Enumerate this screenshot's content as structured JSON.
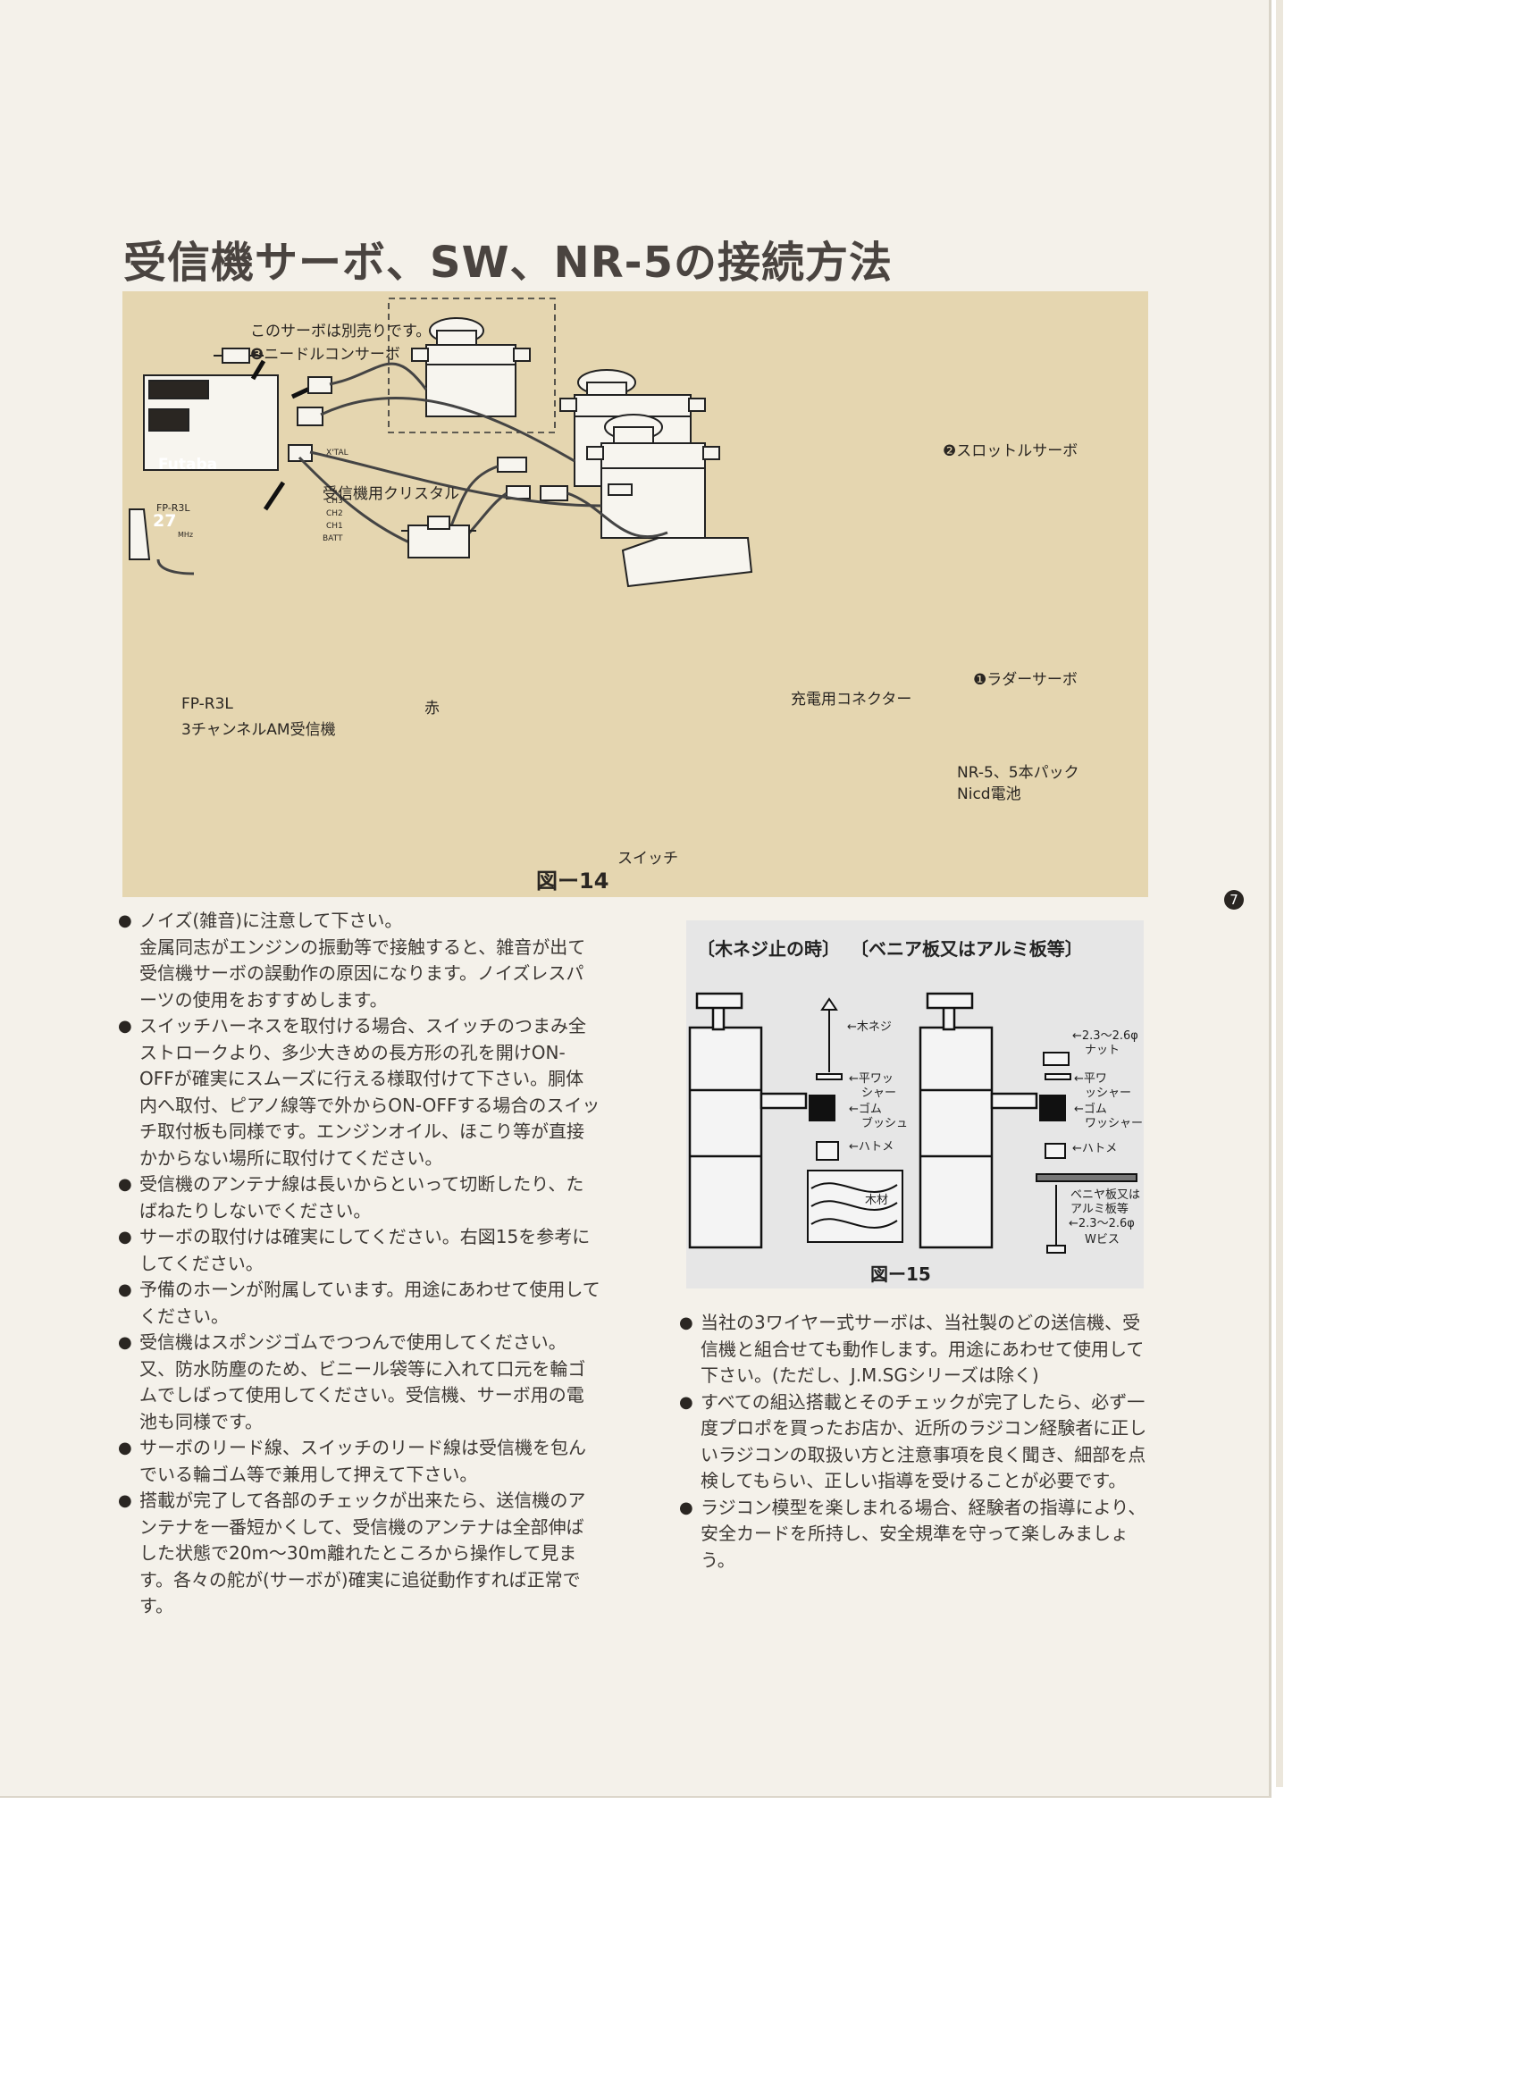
{
  "page": {
    "title": "受信機サーボ、SW、NR-5の接続方法",
    "page_number": "7"
  },
  "figure14": {
    "caption": "図ー14",
    "note_separate": "このサーボは別売りです。",
    "servo3": "❸ニードルコンサーボ",
    "servo2": "❷スロットルサーボ",
    "servo1": "❶ラダーサーボ",
    "crystal": "受信機用クリスタル",
    "charge_connector": "充電用コネクター",
    "battery_line1": "NR-5、5本パック",
    "battery_line2": "Nicd電池",
    "switch": "スイッチ",
    "red": "赤",
    "receiver_model": "FP-R3L",
    "receiver_desc": "3チャンネルAM受信機",
    "brand": "Futaba",
    "receiver_plate": "FP-R3L",
    "band": "27",
    "band_unit": "MHz",
    "ports": [
      "X'TAL",
      "CH3",
      "CH2",
      "CH1",
      "BATT"
    ]
  },
  "figure15": {
    "caption": "図ー15",
    "head_left": "〔木ネジ止の時〕",
    "head_right": "〔ベニア板又はアルミ板等〕",
    "left_labels": [
      "←木ネジ",
      "←平ワッ",
      "シャー",
      "←ゴム",
      "ブッシュ",
      "←ハトメ",
      "木材"
    ],
    "right_labels": [
      "←2.3〜2.6φ",
      "ナット",
      "←平ワ",
      "ッシャー",
      "←ゴム",
      "ワッシャー",
      "←ハトメ",
      "ベニヤ板又は",
      "アルミ板等",
      "←2.3〜2.6φ",
      "Wビス"
    ]
  },
  "left_column": [
    "ノイズ(雑音)に注意して下さい。\n金属同志がエンジンの振動等で接触すると、雑音が出て受信機サーボの誤動作の原因になります。ノイズレスパーツの使用をおすすめします。",
    "スイッチハーネスを取付ける場合、スイッチのつまみ全ストロークより、多少大きめの長方形の孔を開けON-OFFが確実にスムーズに行える様取付けて下さい。胴体内へ取付、ピアノ線等で外からON-OFFする場合のスイッチ取付板も同様です。エンジンオイル、ほこり等が直接かからない場所に取付けてください。",
    "受信機のアンテナ線は長いからといって切断したり、たばねたりしないでください。",
    "サーボの取付けは確実にしてください。右図15を参考にしてください。",
    "予備のホーンが附属しています。用途にあわせて使用してください。",
    "受信機はスポンジゴムでつつんで使用してください。又、防水防塵のため、ビニール袋等に入れて口元を輪ゴムでしばって使用してください。受信機、サーボ用の電池も同様です。",
    "サーボのリード線、スイッチのリード線は受信機を包んでいる輪ゴム等で兼用して押えて下さい。",
    "搭載が完了して各部のチェックが出来たら、送信機のアンテナを一番短かくして、受信機のアンテナは全部伸ばした状態で20m〜30m離れたところから操作して見ます。各々の舵が(サーボが)確実に追従動作すれば正常です。"
  ],
  "right_column": [
    "当社の3ワイヤー式サーボは、当社製のどの送信機、受信機と組合せても動作します。用途にあわせて使用して下さい。(ただし、J.M.SGシリーズは除く)",
    "すべての組込搭載とそのチェックが完了したら、必ず一度プロポを買ったお店か、近所のラジコン経験者に正しいラジコンの取扱い方と注意事項を良く聞き、細部を点検してもらい、正しい指導を受けることが必要です。",
    "ラジコン模型を楽しまれる場合、経験者の指導により、安全カードを所持し、安全規準を守って楽しみましょう。"
  ]
}
